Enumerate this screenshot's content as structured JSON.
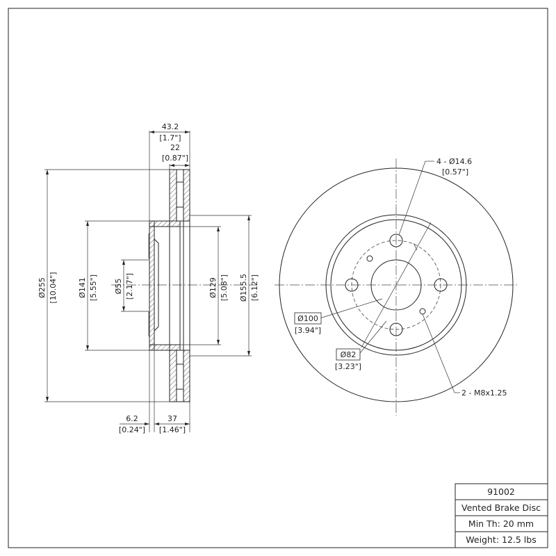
{
  "side_view": {
    "overall_width": "43.2",
    "overall_width_in": "[1.7\"]",
    "thickness": "22",
    "thickness_in": "[0.87\"]",
    "outer_dia": "Ø255",
    "outer_dia_in": "[10.04\"]",
    "dia_141": "Ø141",
    "dia_141_in": "[5.55\"]",
    "dia_55": "Ø55",
    "dia_55_in": "[2.17\"]",
    "dia_129": "Ø129",
    "dia_129_in": "[5.08\"]",
    "dia_155": "Ø155.5",
    "dia_155_in": "[6.12\"]",
    "hat_thickness": "6.2",
    "hat_thickness_in": "[0.24\"]",
    "offset": "37",
    "offset_in": "[1.46\"]"
  },
  "front_view": {
    "bolt_holes": "4 - Ø14.6",
    "bolt_holes_in": "[0.57\"]",
    "bolt_circle": "Ø100",
    "bolt_circle_in": "[3.94\"]",
    "hole_circle": "Ø82",
    "hole_circle_in": "[3.23\"]",
    "threaded_holes": "2 - M8x1.25"
  },
  "title_block": {
    "part_number": "91002",
    "description": "Vented Brake Disc",
    "min_thickness": "Min Th: 20 mm",
    "weight": "Weight: 12.5 lbs"
  }
}
